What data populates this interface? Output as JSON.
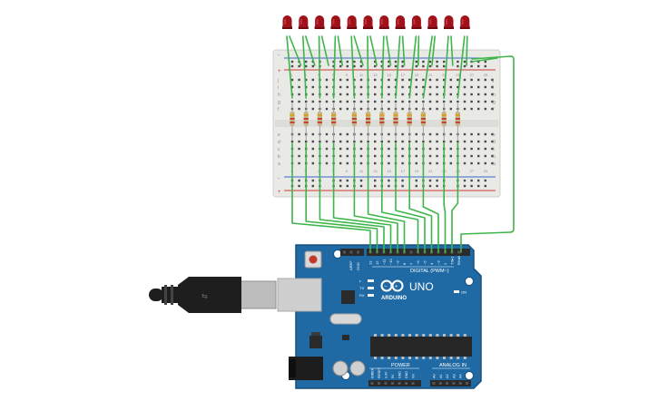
{
  "colors": {
    "wire": "#3db54a",
    "led": "#a1111a",
    "led_dark": "#6b0a10",
    "board": "#1f6aa5",
    "board_edge": "#174f7c",
    "breadboard": "#e9e9e6",
    "rail_red": "#d33b3b",
    "rail_blue": "#3b66c9",
    "resistor": "#c7b38a"
  },
  "led_count": 12,
  "breadboard": {
    "row_letters_top": [
      "j",
      "i",
      "h",
      "g",
      "f"
    ],
    "row_letters_bottom": [
      "e",
      "d",
      "c",
      "b",
      "a"
    ],
    "column_numbers": [
      "1",
      "2",
      "3",
      "4",
      "5",
      "6",
      "7",
      "8",
      "9",
      "10",
      "11",
      "12",
      "13",
      "14",
      "15",
      "16",
      "17",
      "18",
      "19",
      "20",
      "21",
      "22",
      "23",
      "24",
      "25",
      "26",
      "27",
      "28",
      "29",
      "30"
    ],
    "rail_plus": "+",
    "rail_minus": "-"
  },
  "arduino": {
    "brand_text": "ARDUINO",
    "model_text": "UNO",
    "digital_label": "DIGITAL (PWM~)",
    "power_label": "POWER",
    "analog_label": "ANALOG IN",
    "on_label": "ON",
    "top_left_labels": [
      "AREF",
      "GND"
    ],
    "digital_pins": [
      "13",
      "12",
      "~11",
      "~10",
      "~9",
      "8",
      "7",
      "~6",
      "~5",
      "4",
      "~3",
      "2",
      "TX▸1",
      "RX◂0"
    ],
    "power_pins": [
      "IOREF",
      "RESET",
      "3.3V",
      "5V",
      "GND",
      "GND",
      "Vin"
    ],
    "analog_pins": [
      "A0",
      "A1",
      "A2",
      "A3",
      "A4",
      "A5"
    ],
    "led_labels": [
      "L",
      "TX",
      "RX"
    ]
  }
}
